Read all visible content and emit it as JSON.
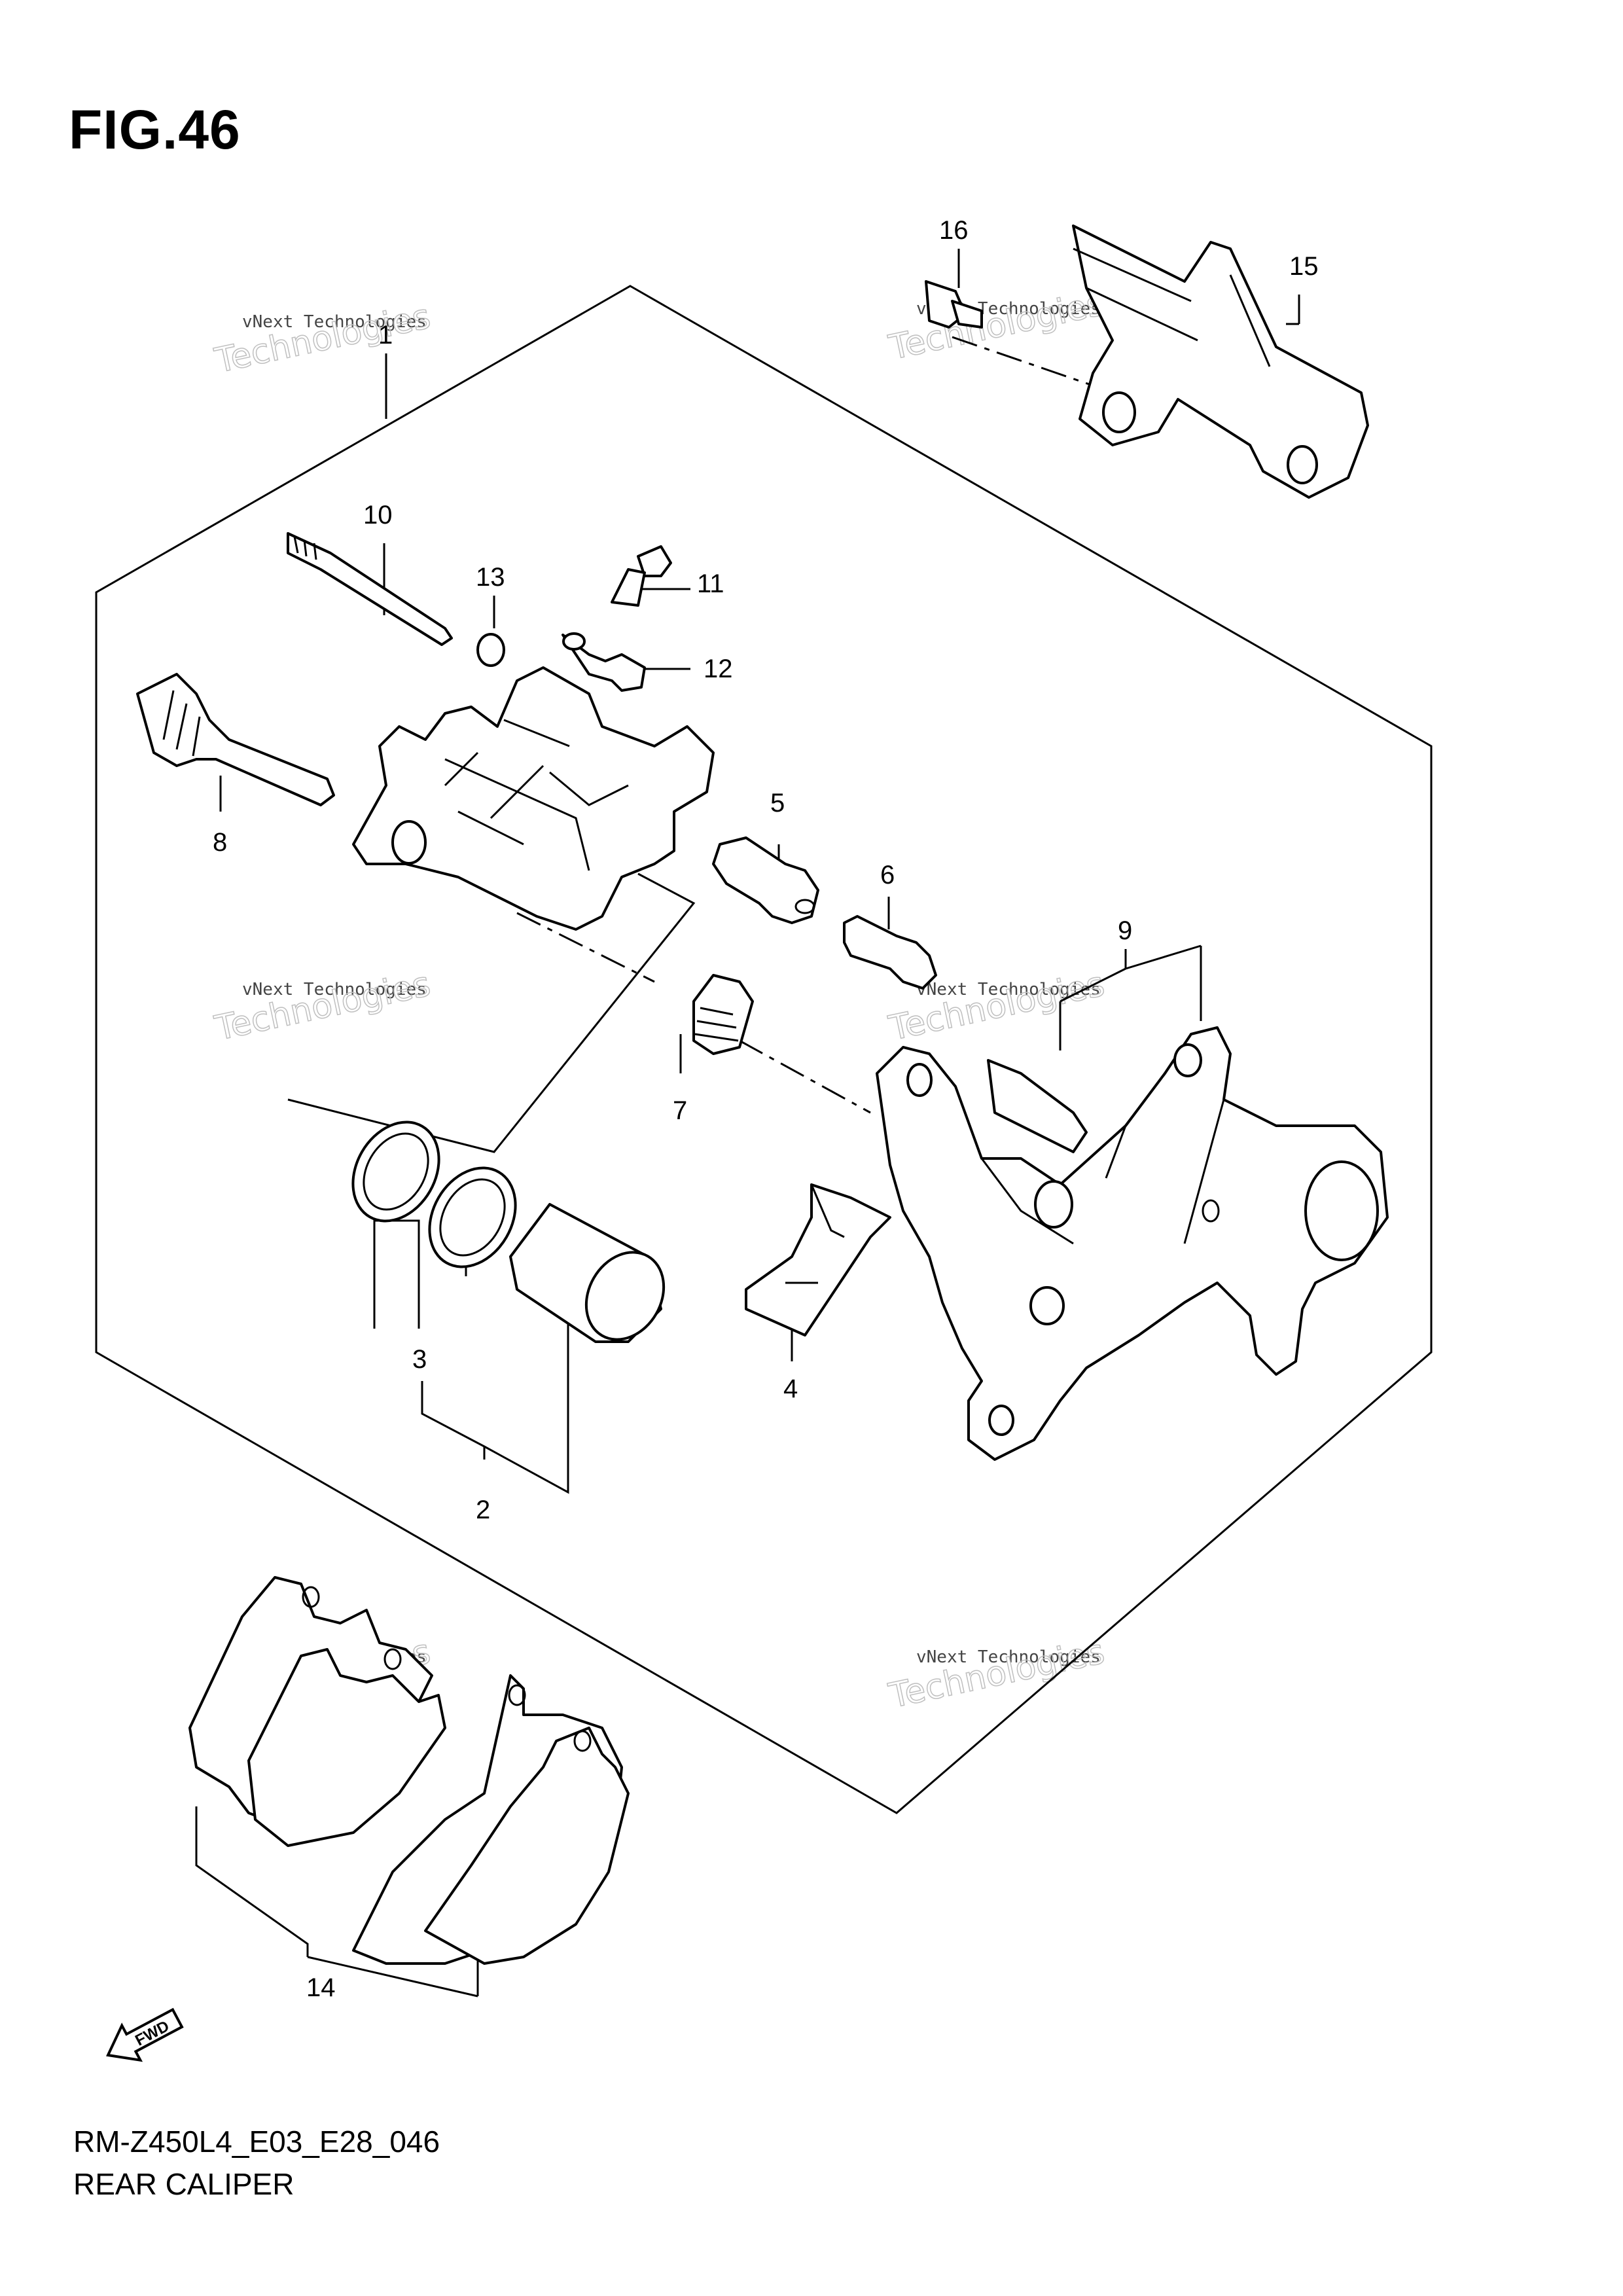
{
  "figure": {
    "title": "FIG.46",
    "code": "RM-Z450L4_E03_E28_046",
    "name": "REAR CALIPER"
  },
  "callouts": [
    "1",
    "2",
    "3",
    "4",
    "5",
    "6",
    "7",
    "8",
    "9",
    "10",
    "11",
    "12",
    "13",
    "14",
    "15",
    "16"
  ],
  "watermark": {
    "line1": "vNext Technologies",
    "line2": "vNext",
    "line3": "Technologies"
  },
  "fwd_label": "FWD"
}
